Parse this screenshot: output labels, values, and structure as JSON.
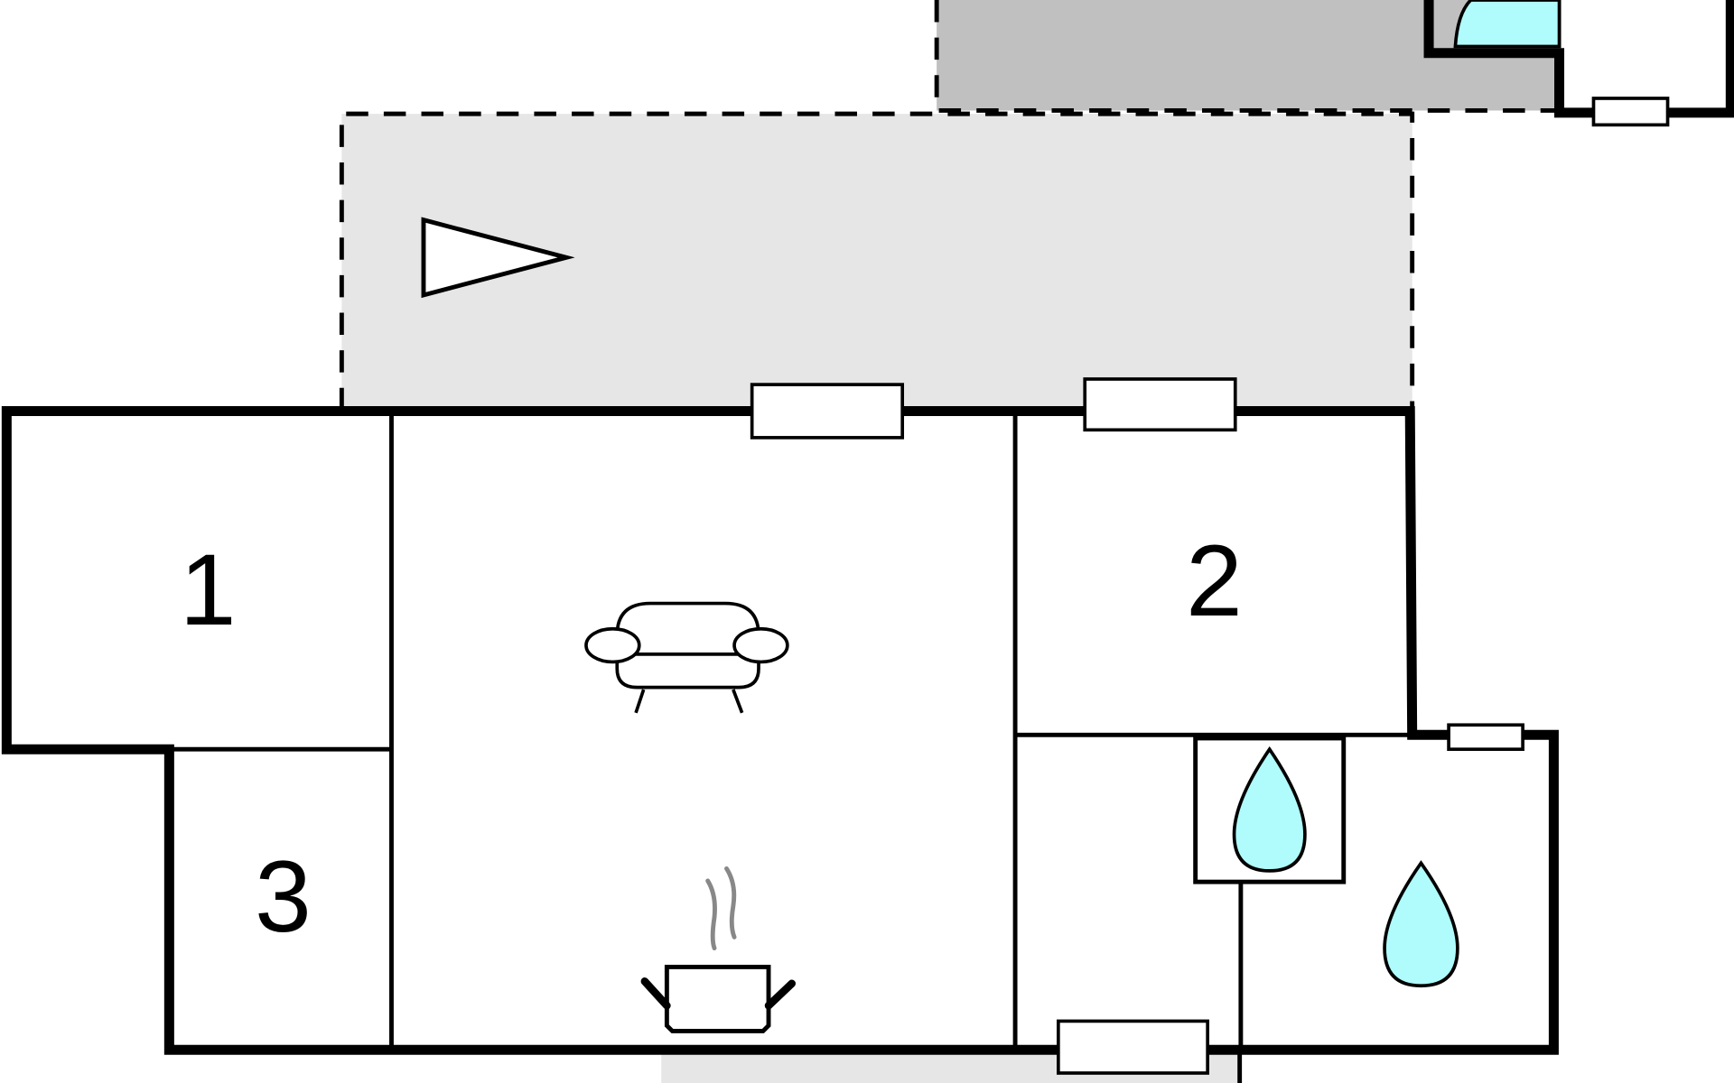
{
  "floorplan": {
    "rooms": [
      {
        "label": "1"
      },
      {
        "label": "2"
      },
      {
        "label": "3"
      }
    ],
    "icons": [
      "sofa-icon",
      "cooking-pot-icon",
      "water-drop-icon",
      "water-drop-icon",
      "compass-north-icon",
      "door-icon"
    ],
    "colors": {
      "wall": "#000000",
      "terrace_light": "#e6e6e6",
      "terrace_dark": "#c0c0c0",
      "water": "#b0fcfc",
      "steam": "#888888"
    }
  }
}
